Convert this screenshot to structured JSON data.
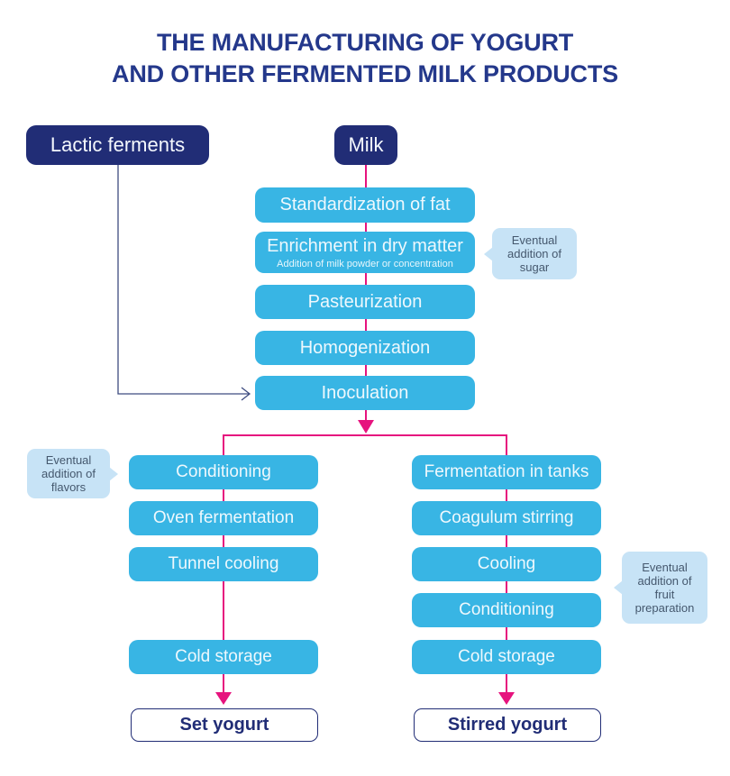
{
  "colors": {
    "navy": "#212d76",
    "title_blue": "#24388b",
    "process_blue": "#38b5e4",
    "note_blue": "#c7e3f6",
    "note_text": "#45586e",
    "arrow_pink": "#e6137e"
  },
  "title": {
    "line1": "THE MANUFACTURING OF YOGURT",
    "line2": "AND OTHER FERMENTED MILK PRODUCTS"
  },
  "inputs": {
    "lactic_ferments": "Lactic ferments",
    "milk": "Milk"
  },
  "main_steps": [
    {
      "label": "Standardization of fat"
    },
    {
      "label": "Enrichment in dry matter",
      "sublabel": "Addition of milk powder or concentration"
    },
    {
      "label": "Pasteurization"
    },
    {
      "label": "Homogenization"
    },
    {
      "label": "Inoculation"
    }
  ],
  "notes": {
    "sugar": "Eventual addition of sugar",
    "flavors": "Eventual addition of flavors",
    "fruit": "Eventual addition of fruit preparation"
  },
  "set_branch": {
    "steps": [
      "Conditioning",
      "Oven fermentation",
      "Tunnel cooling",
      "Cold storage"
    ],
    "result": "Set yogurt"
  },
  "stirred_branch": {
    "steps": [
      "Fermentation in tanks",
      "Coagulum stirring",
      "Cooling",
      "Conditioning",
      "Cold storage"
    ],
    "result": "Stirred yogurt"
  }
}
